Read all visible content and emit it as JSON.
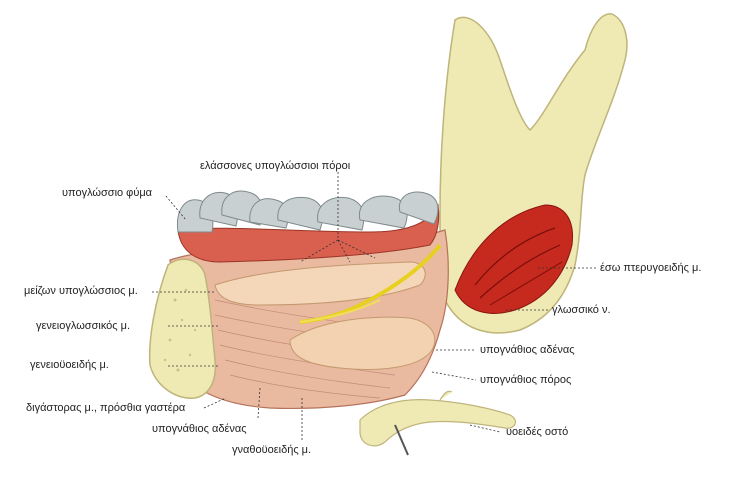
{
  "labels": {
    "lesser_ducts": "ελάσσονες υπογλώσσιοι πόροι",
    "caruncle": "υπογλώσσιο φύμα",
    "major_sublingual": "μείζων υπογλώσσιος μ.",
    "genioglossus": "γενειογλωσσικός μ.",
    "geniohyoid": "γενειοϋοειδής μ.",
    "digastric": "διγάστορας μ., πρόσθια γαστέρα",
    "submandibular_gland_lower": "υπογνάθιος αδένας",
    "mylohyoid": "γναθοϋοειδής μ.",
    "medial_pterygoid": "έσω πτερυγοειδής μ.",
    "lingual_nerve": "γλωσσικό ν.",
    "submandibular_gland": "υπογνάθιος αδένας",
    "submandibular_duct": "υπογνάθιος πόρος",
    "hyoid": "υοειδές οστό"
  },
  "colors": {
    "bone": "#efe9b4",
    "muscle": "#e9b9a0",
    "gland": "#f4d7b8",
    "pterygoid": "#c62a1e",
    "enamel": "#b9c2c4",
    "gum": "#d9604f"
  }
}
